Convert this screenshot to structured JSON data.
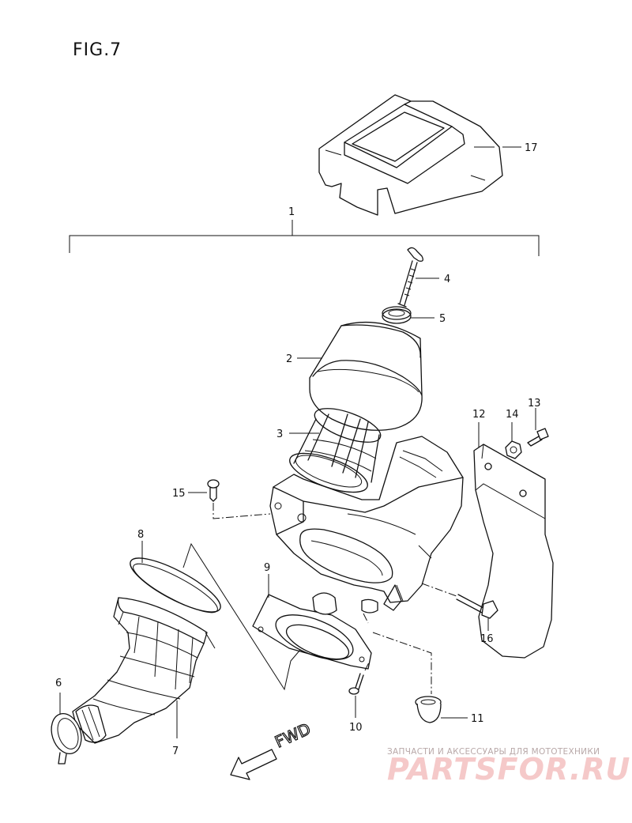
{
  "figure": {
    "title": "FIG.7"
  },
  "parts": {
    "p1": "1",
    "p2": "2",
    "p3": "3",
    "p4": "4",
    "p5": "5",
    "p6": "6",
    "p7": "7",
    "p8": "8",
    "p9": "9",
    "p10": "10",
    "p11": "11",
    "p12": "12",
    "p13": "13",
    "p14": "14",
    "p15": "15",
    "p16": "16",
    "p17": "17"
  },
  "direction": {
    "label": "FWD"
  },
  "watermark": {
    "tagline": "ЗАПЧАСТИ И АКСЕССУАРЫ ДЛЯ МОТОТЕХНИКИ",
    "brand": "PARTSFOR.RU",
    "color": "#f5c9c9"
  }
}
